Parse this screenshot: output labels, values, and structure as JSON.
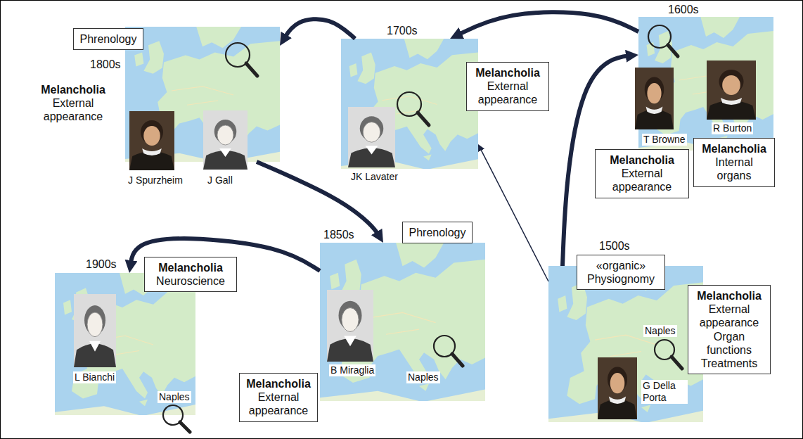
{
  "diagram": {
    "nodes": [
      {
        "text": [
          "Phrenology"
        ]
      },
      {
        "text": [
          "1800s",
          "J Spurzheim",
          "J Gall"
        ]
      },
      {
        "text": [
          "Melancholia",
          "External appearance"
        ]
      },
      {
        "text": [
          "1700s",
          "JK Lavater"
        ]
      },
      {
        "text": [
          "Melancholia",
          "External appearance"
        ]
      },
      {
        "text": [
          "1600s",
          "T Browne",
          "R Burton"
        ]
      },
      {
        "text": [
          "Melancholia",
          "External appearance"
        ]
      },
      {
        "text": [
          "Melancholia",
          "Internal organs"
        ]
      },
      {
        "text": [
          "1900s",
          "L Bianchi",
          "Naples"
        ]
      },
      {
        "text": [
          "Melancholia",
          "Neuroscience"
        ]
      },
      {
        "text": [
          "1850s",
          "B Miraglia",
          "Naples"
        ]
      },
      {
        "text": [
          "Phrenology"
        ]
      },
      {
        "text": [
          "Melancholia",
          "External appearance"
        ]
      },
      {
        "text": [
          "1500s",
          "Naples",
          "G Della Porta"
        ]
      },
      {
        "text": [
          "«organic» Physiognomy"
        ]
      },
      {
        "text": [
          "Melancholia",
          "External appearance Organ functions Treatments"
        ]
      }
    ],
    "edges": [
      {
        "from": 13,
        "to": 5,
        "arrow": "to"
      },
      {
        "from": 13,
        "to": 3,
        "arrow": "to"
      },
      {
        "from": 5,
        "to": 3,
        "arrow": "to"
      },
      {
        "from": 3,
        "to": 1,
        "arrow": "to"
      },
      {
        "from": 1,
        "to": 10,
        "arrow": "to"
      },
      {
        "from": 10,
        "to": 8,
        "arrow": "to"
      }
    ]
  }
}
